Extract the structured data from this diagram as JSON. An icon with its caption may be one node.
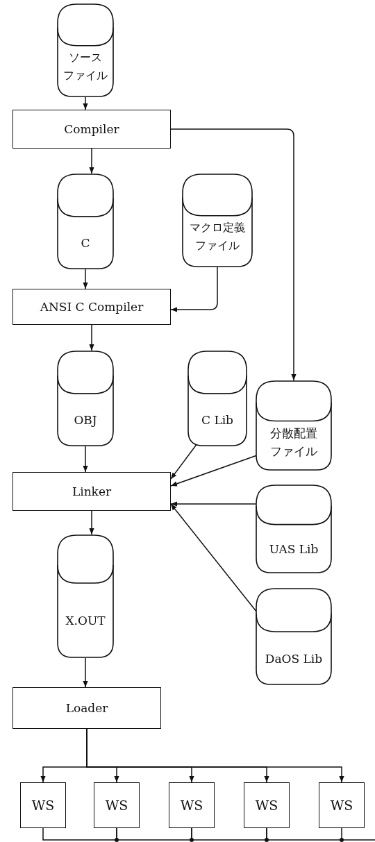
{
  "diagram": {
    "nodes": [
      {
        "text": [
          "ソースファイル"
        ]
      },
      {
        "text": [
          "Compiler"
        ]
      },
      {
        "text": [
          "C"
        ]
      },
      {
        "text": [
          "マクロ定義ファイル"
        ]
      },
      {
        "text": [
          "ANSI C Compiler"
        ]
      },
      {
        "text": [
          "OBJ"
        ]
      },
      {
        "text": [
          "C Lib"
        ]
      },
      {
        "text": [
          "分散配置ファイル"
        ]
      },
      {
        "text": [
          "Linker"
        ]
      },
      {
        "text": [
          "UAS Lib"
        ]
      },
      {
        "text": [
          "X.OUT"
        ]
      },
      {
        "text": [
          "DaOS Lib"
        ]
      },
      {
        "text": [
          "Loader"
        ]
      },
      {
        "text": [
          "WS"
        ]
      },
      {
        "text": [
          "WS"
        ]
      },
      {
        "text": [
          "WS"
        ]
      },
      {
        "text": [
          "WS"
        ]
      },
      {
        "text": [
          "WS"
        ]
      }
    ],
    "edges": [
      {
        "from": 0,
        "to": 1,
        "arrow": "to"
      },
      {
        "from": 1,
        "to": 2,
        "arrow": "to"
      },
      {
        "from": 1,
        "to": 7,
        "arrow": "to"
      },
      {
        "from": 2,
        "to": 4,
        "arrow": "to"
      },
      {
        "from": 3,
        "to": 4,
        "arrow": "to"
      },
      {
        "from": 4,
        "to": 5,
        "arrow": "to"
      },
      {
        "from": 5,
        "to": 8,
        "arrow": "to"
      },
      {
        "from": 6,
        "to": 8,
        "arrow": "to"
      },
      {
        "from": 7,
        "to": 8,
        "arrow": "to"
      },
      {
        "from": 9,
        "to": 8,
        "arrow": "to"
      },
      {
        "from": 11,
        "to": 8,
        "arrow": "to"
      },
      {
        "from": 8,
        "to": 10,
        "arrow": "to"
      },
      {
        "from": 10,
        "to": 12,
        "arrow": "to"
      },
      {
        "from": 12,
        "to": 13,
        "arrow": "to"
      },
      {
        "from": 12,
        "to": 14,
        "arrow": "to"
      },
      {
        "from": 12,
        "to": 15,
        "arrow": "to"
      },
      {
        "from": 12,
        "to": 16,
        "arrow": "to"
      },
      {
        "from": 12,
        "to": 17,
        "arrow": "to"
      },
      {
        "from": 13,
        "to": 14,
        "arrow": "none"
      },
      {
        "from": 14,
        "to": 15,
        "arrow": "none"
      },
      {
        "from": 15,
        "to": 16,
        "arrow": "none"
      },
      {
        "from": 16,
        "to": 17,
        "arrow": "none"
      }
    ]
  }
}
